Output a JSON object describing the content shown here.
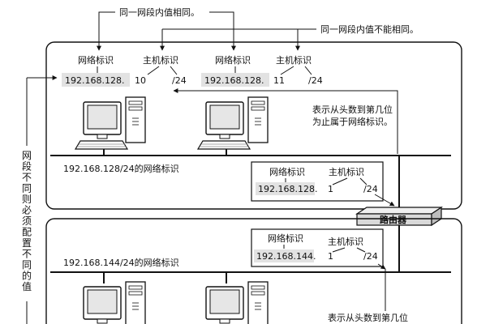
{
  "annotations": {
    "same_value": "同一网段内值相同。",
    "not_same_value": "同一网段内值不能相同。",
    "prefix_note_line1": "表示从头数到第几位",
    "prefix_note_line2": "为止属于网络标识。",
    "prefix_note_bottom": "表示从头数到第几位",
    "side_note_chars": [
      "网",
      "段",
      "不",
      "同",
      "则",
      "必",
      "须",
      "配",
      "置",
      "不",
      "同",
      "的",
      "值"
    ]
  },
  "labels": {
    "network_id": "网络标识",
    "host_id": "主机标识",
    "router": "路由器"
  },
  "segment1": {
    "network_label": "192.168.128/24的网络标识",
    "host_a": {
      "network": "192.168.128.",
      "host": "10",
      "prefix": "/24"
    },
    "host_b": {
      "network": "192.168.128.",
      "host": "11",
      "prefix": "/24"
    },
    "router_if": {
      "network": "192.168.128.",
      "host": "1",
      "prefix": "/24"
    }
  },
  "segment2": {
    "network_label": "192.168.144/24的网络标识",
    "router_if": {
      "network": "192.168.144.",
      "host": "1",
      "prefix": "/24"
    }
  }
}
